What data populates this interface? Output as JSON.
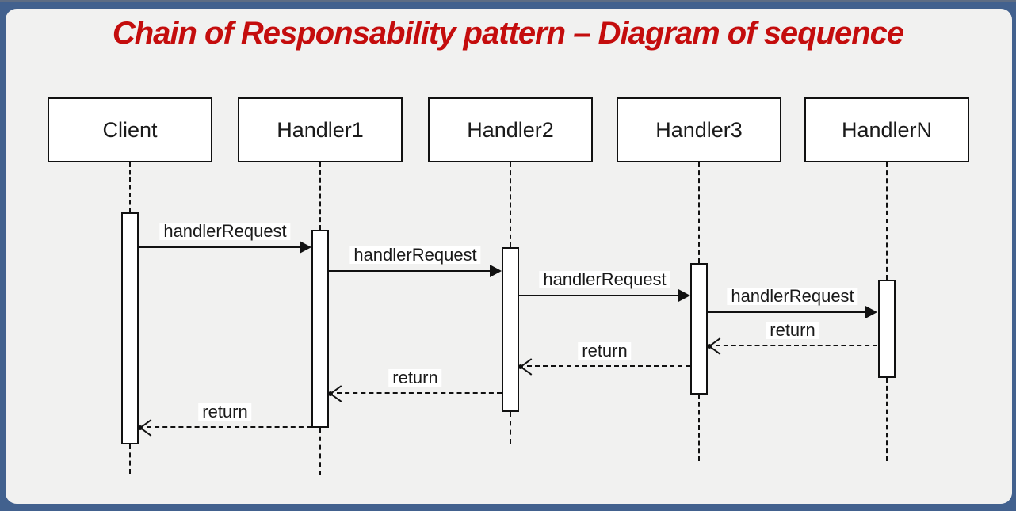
{
  "title": "Chain of Responsability pattern – Diagram of sequence",
  "colors": {
    "frame": "#42618e",
    "panel_background": "#f1f1f0",
    "title_text": "#c40d0d",
    "diagram_line": "#111111",
    "box_fill": "#ffffff"
  },
  "actors": [
    {
      "name": "Client"
    },
    {
      "name": "Handler1"
    },
    {
      "name": "Handler2"
    },
    {
      "name": "Handler3"
    },
    {
      "name": "HandlerN"
    }
  ],
  "messages": [
    {
      "label": "handlerRequest",
      "from": "Client",
      "to": "Handler1",
      "type": "call"
    },
    {
      "label": "handlerRequest",
      "from": "Handler1",
      "to": "Handler2",
      "type": "call"
    },
    {
      "label": "handlerRequest",
      "from": "Handler2",
      "to": "Handler3",
      "type": "call"
    },
    {
      "label": "handlerRequest",
      "from": "Handler3",
      "to": "HandlerN",
      "type": "call"
    },
    {
      "label": "return",
      "from": "HandlerN",
      "to": "Handler3",
      "type": "return"
    },
    {
      "label": "return",
      "from": "Handler3",
      "to": "Handler2",
      "type": "return"
    },
    {
      "label": "return",
      "from": "Handler2",
      "to": "Handler1",
      "type": "return"
    },
    {
      "label": "return",
      "from": "Handler1",
      "to": "Client",
      "type": "return"
    }
  ]
}
